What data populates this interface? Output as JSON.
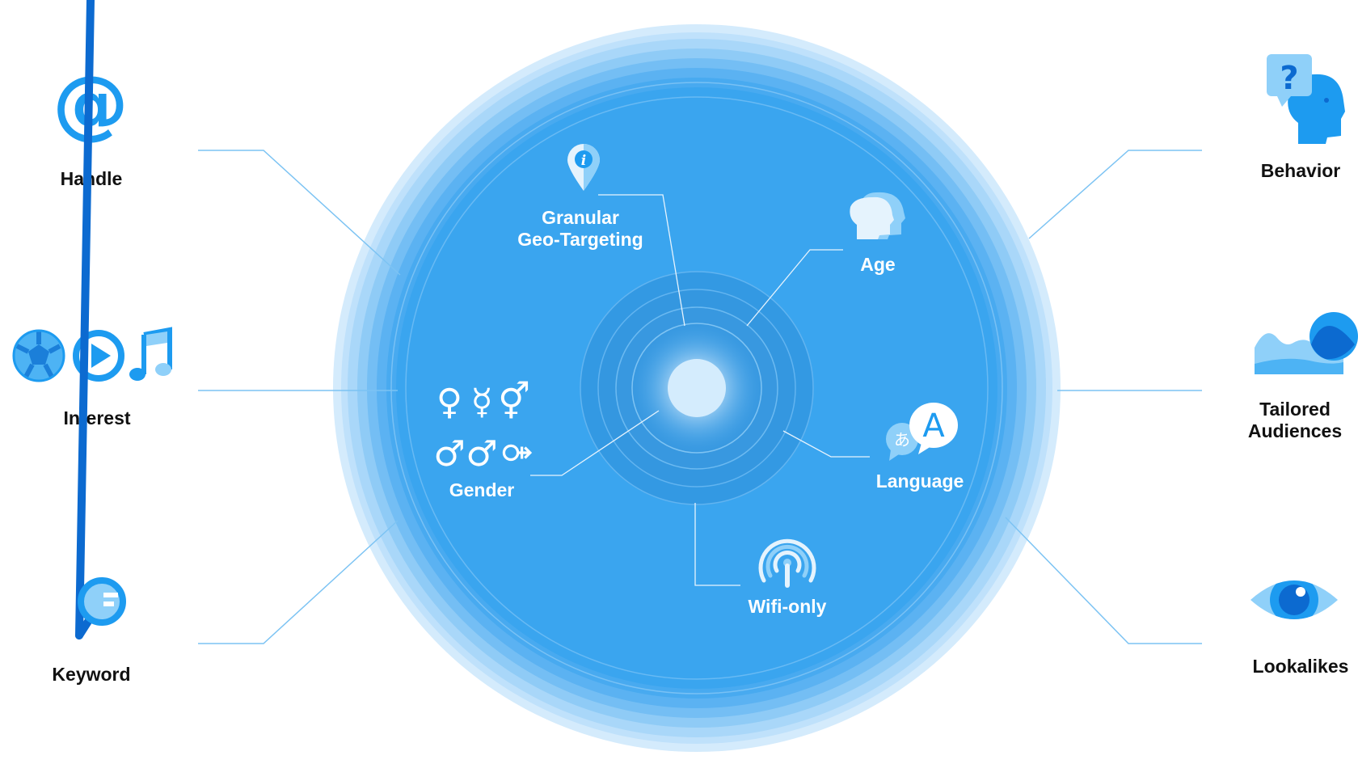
{
  "diagram": {
    "center_labels": {
      "geo": [
        "Granular",
        "Geo-Targeting"
      ],
      "age": "Age",
      "gender": "Gender",
      "language": "Language",
      "wifi": "Wifi-only"
    },
    "left_labels": {
      "handle": "Handle",
      "interest": "Interest",
      "keyword": "Keyword"
    },
    "right_labels": {
      "behavior": "Behavior",
      "tailored": [
        "Tailored",
        "Audiences"
      ],
      "lookalikes": "Lookalikes"
    },
    "icon_glyphs": {
      "handle": "@",
      "behavior": "?",
      "geo": "i",
      "language_big": "A",
      "language_small": "あ",
      "gender_row1": [
        "♀",
        "☿",
        "⚥"
      ],
      "gender_row2": [
        "♂",
        "♂",
        "⚩"
      ]
    },
    "icons": [
      "at-sign-icon",
      "soccer-ball-icon",
      "play-icon",
      "music-note-icon",
      "magnifier-icon",
      "head-question-icon",
      "mountain-chart-icon",
      "eye-icon",
      "map-pin-icon",
      "heads-icon",
      "gender-symbols-icon",
      "speech-bubbles-icon",
      "wifi-signal-icon"
    ],
    "colors": {
      "main_blue": "#3aa5ef",
      "ring_light": "#cfe7fb",
      "center_dot": "#d4ecfd",
      "icon_blue": "#1d9bf0",
      "icon_dark": "#0c6ad0",
      "icon_light": "#8fd0f9",
      "connector": "#7cc3f3",
      "outer_text": "#111111",
      "inner_text": "#ffffff"
    }
  }
}
